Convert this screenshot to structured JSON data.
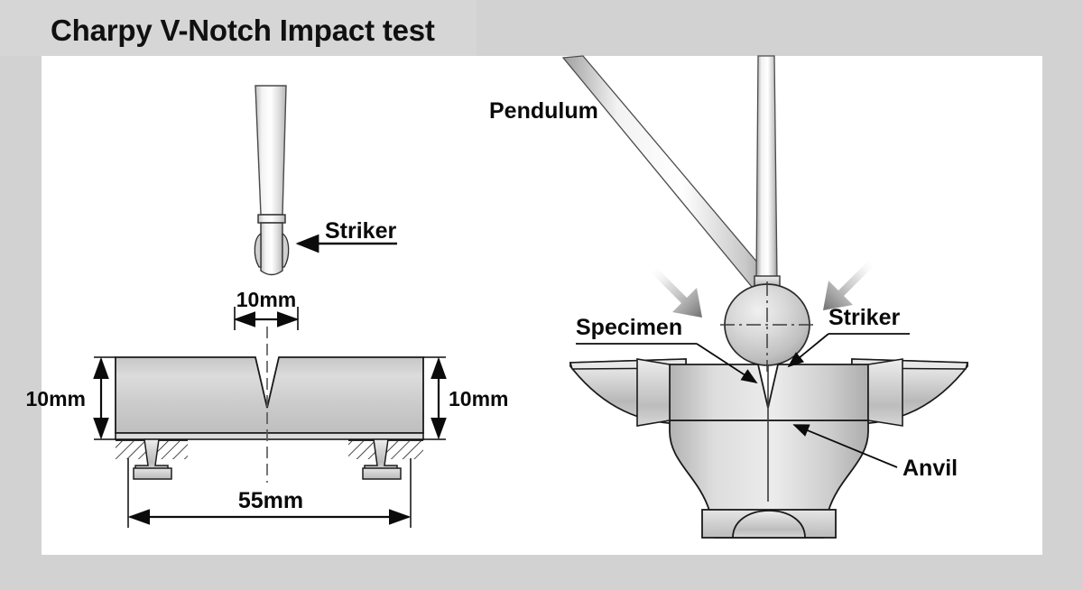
{
  "page": {
    "title": "Charpy V-Notch Impact test",
    "background_color": "#d2d2d2",
    "panel_color": "#ffffff",
    "title_strip_color": "#d6d6d6",
    "ink_color": "#101010"
  },
  "left_figure": {
    "name": "specimen-cross-section",
    "labels": {
      "striker": "Striker"
    },
    "dimensions": {
      "notch_width": "10mm",
      "height_left": "10mm",
      "height_right": "10mm",
      "length": "55mm"
    }
  },
  "right_figure": {
    "name": "pendulum-impact-assembly",
    "labels": {
      "pendulum": "Pendulum",
      "specimen": "Specimen",
      "striker": "Striker",
      "anvil": "Anvil"
    }
  },
  "chart_data": {
    "type": "diagram",
    "title": "Charpy V-Notch Impact test",
    "panels": [
      {
        "name": "specimen-cross-section",
        "elements": [
          "striker-tool",
          "specimen-bar",
          "v-notch",
          "support-anvils",
          "hatching"
        ],
        "annotations": [
          "Striker",
          "10mm",
          "10mm",
          "10mm",
          "55mm"
        ]
      },
      {
        "name": "pendulum-impact-assembly",
        "elements": [
          "pendulum-arm-vertical",
          "pendulum-arm-angled",
          "striker-ball",
          "specimen-block",
          "anvil-body",
          "anvil-base",
          "direction-arrows"
        ],
        "annotations": [
          "Pendulum",
          "Specimen",
          "Striker",
          "Anvil"
        ]
      }
    ]
  }
}
